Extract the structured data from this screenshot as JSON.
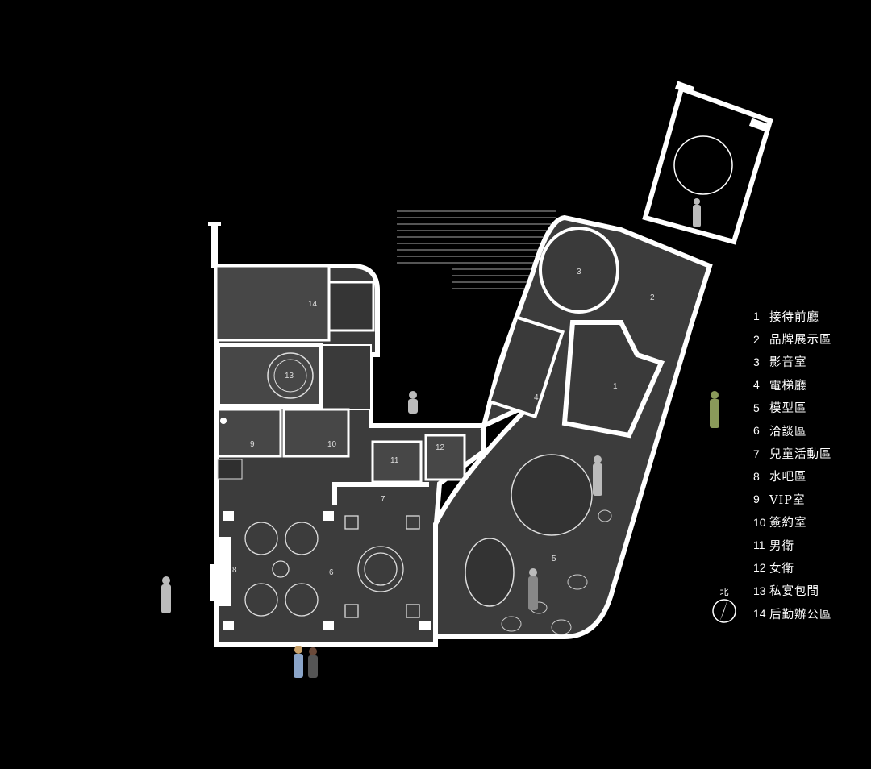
{
  "rooms": [
    {
      "num": "1",
      "label": "接待前廳"
    },
    {
      "num": "2",
      "label": "品牌展示區"
    },
    {
      "num": "3",
      "label": "影音室"
    },
    {
      "num": "4",
      "label": "電梯廳"
    },
    {
      "num": "5",
      "label": "模型區"
    },
    {
      "num": "6",
      "label": "洽談區"
    },
    {
      "num": "7",
      "label": "兒童活動區"
    },
    {
      "num": "8",
      "label": "水吧區"
    },
    {
      "num": "9",
      "label": "VIP室"
    },
    {
      "num": "10",
      "label": "簽約室"
    },
    {
      "num": "11",
      "label": "男衛"
    },
    {
      "num": "12",
      "label": "女衛"
    },
    {
      "num": "13",
      "label": "私宴包間"
    },
    {
      "num": "14",
      "label": "后勤辦公區"
    }
  ],
  "north_label": "北",
  "colors": {
    "background": "#000000",
    "floor": "#3c3c3c",
    "walls": "#ffffff",
    "furniture": "#d9d9d9"
  }
}
